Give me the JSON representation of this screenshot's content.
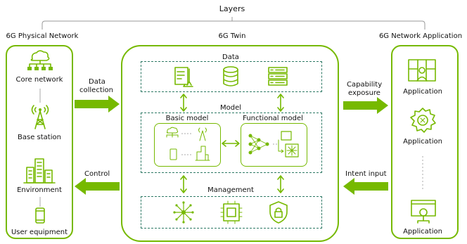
{
  "top": {
    "layers": "Layers"
  },
  "columns": {
    "physical": "6G Physical Network",
    "twin": "6G Twin",
    "application": "6G Network Application"
  },
  "physical": {
    "core_network": "Core network",
    "base_station": "Base station",
    "environment": "Environment",
    "user_equipment": "User equipment"
  },
  "arrows": {
    "data_collection_1": "Data",
    "data_collection_2": "collection",
    "control": "Control",
    "capability_1": "Capability",
    "capability_2": "exposure",
    "intent": "Intent input"
  },
  "twin": {
    "data": "Data",
    "model": "Model",
    "basic_model": "Basic model",
    "functional_model": "Functional model",
    "management": "Management"
  },
  "application": {
    "app1": "Application",
    "app2": "Application",
    "app3": "Application"
  },
  "colors": {
    "accent": "#76b900",
    "dash": "#2f7a66"
  }
}
